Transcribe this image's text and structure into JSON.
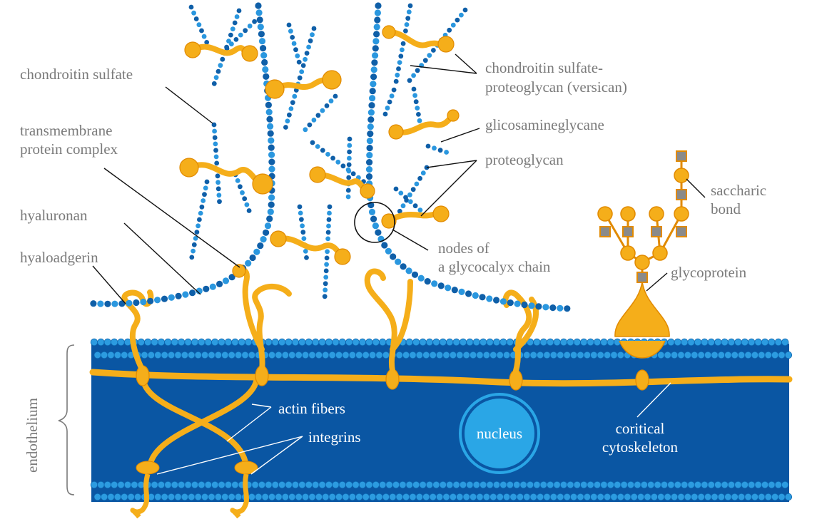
{
  "colors": {
    "background": "#ffffff",
    "endothelium": "#0a56a3",
    "lipid_head": "#2c9be0",
    "lipid_dark": "#0b63ad",
    "chain_light": "#2a97df",
    "chain_dark": "#0f5fa8",
    "protein": "#f5ae1a",
    "protein_dark": "#e18a00",
    "nucleus": "#2aa6e6",
    "saccharide_square": "#8a8a8a",
    "label_gray": "#7a7a7a",
    "label_white": "#ffffff"
  },
  "labels": {
    "chondroitin_sulfate": "chondroitin sulfate",
    "transmembrane_1": "transmembrane",
    "transmembrane_2": "protein complex",
    "hyaluronan": "hyaluronan",
    "hyaloadgerin": "hyaloadgerin",
    "cs_proteoglycan_1": "chondroitin sulfate-",
    "cs_proteoglycan_2": "proteoglycan (versican)",
    "glicosamineglycane": "glicosamineglycane",
    "proteoglycan": "proteoglycan",
    "saccharic_1": "saccharic",
    "saccharic_2": "bond",
    "nodes_1": "nodes of",
    "nodes_2": "a glycocalyx chain",
    "glycoprotein": "glycoprotein",
    "endothelium": "endothelium",
    "actin_fibers": "actin fibers",
    "integrins": "integrins",
    "nucleus": "nucleus",
    "cortical_1": "coritical",
    "cortical_2": "cytoskeleton"
  }
}
